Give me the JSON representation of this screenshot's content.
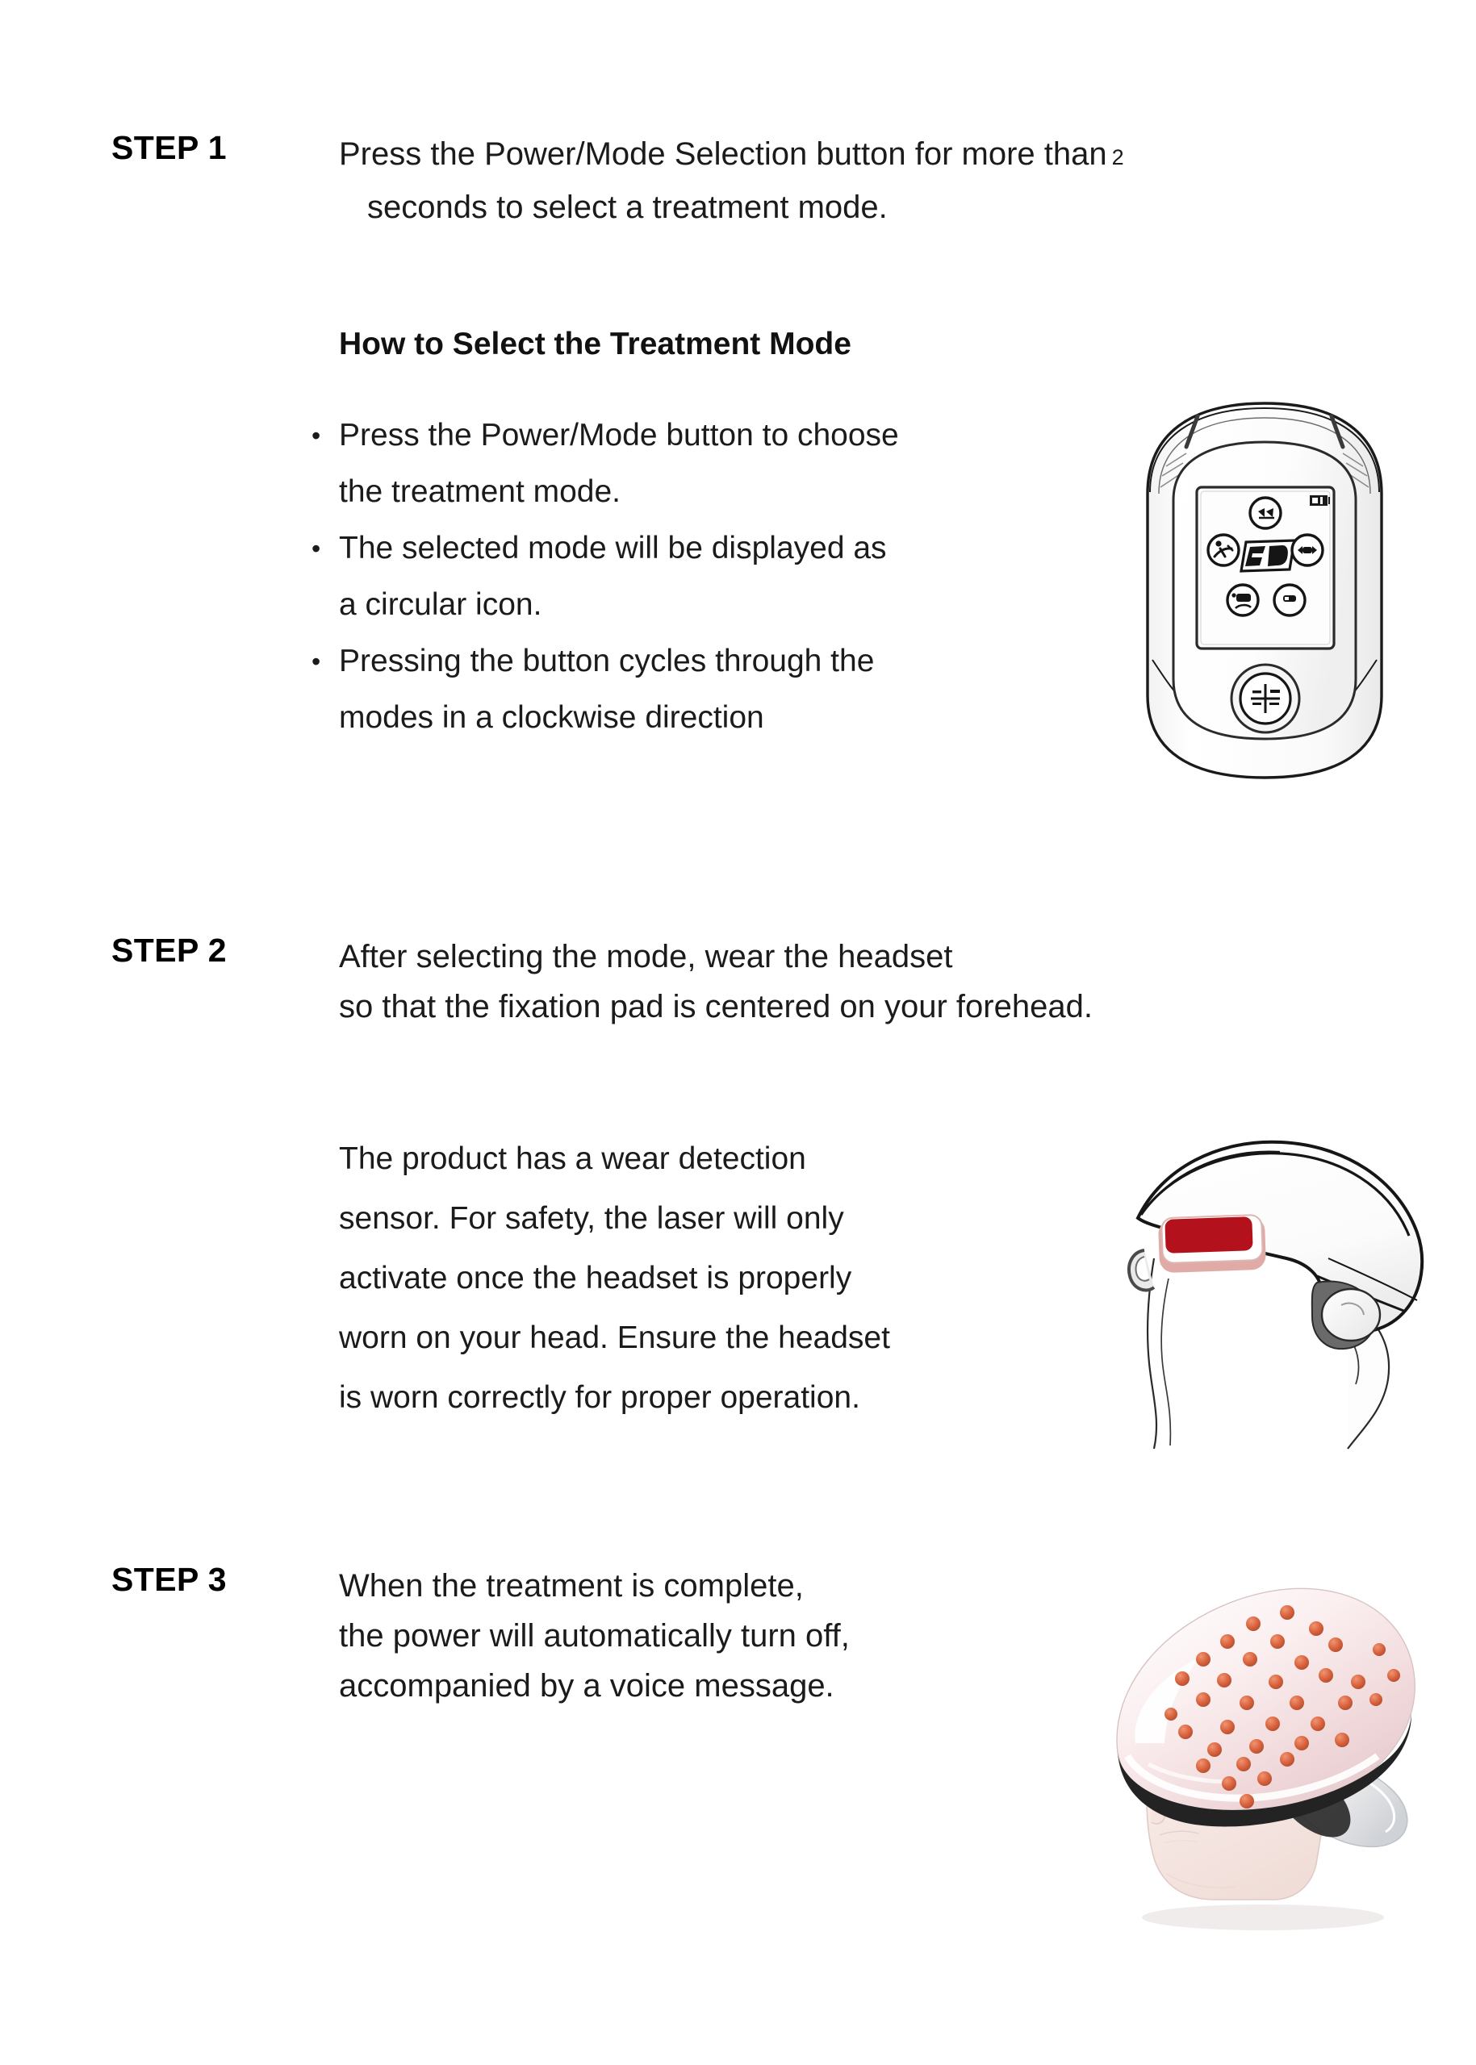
{
  "document": {
    "type": "instruction-manual-page",
    "background_color": "#ffffff",
    "text_color": "#1b1b1b"
  },
  "steps": [
    {
      "label": "STEP 1",
      "lead_lines": [
        "Press the Power/Mode Selection button for more than",
        "seconds to select a treatment mode."
      ],
      "lead_superscript": "2",
      "subheading": "How to Select the Treatment Mode",
      "bullets": [
        "Press the Power/Mode button to choose the treatment mode.",
        "The selected mode will be displayed as a circular icon.",
        "Pressing the button cycles through the modes in a clockwise direction"
      ],
      "bullet_lines": [
        [
          "Press the Power/Mode button to choose",
          "the treatment mode."
        ],
        [
          "The selected mode will be displayed as",
          "a circular icon."
        ],
        [
          "Pressing the button cycles through the",
          "modes in a clockwise direction"
        ]
      ],
      "bullet_marker": "•",
      "figure": {
        "name": "remote-control-illustration",
        "alt": "Handheld remote controller with LCD screen showing five circular mode icons around a central 3D logo and a power/mode button below",
        "screen_icons": [
          "mode-icon-top",
          "mode-icon-left",
          "mode-icon-right",
          "mode-icon-bottom-left",
          "mode-icon-bottom-right"
        ],
        "center_logo": "3D",
        "battery_indicator": true,
        "power_button": "power-mode-button"
      }
    },
    {
      "label": "STEP 2",
      "lead_lines": [
        "After selecting the mode, wear the headset",
        "so that the fixation pad is centered on your forehead."
      ],
      "paragraph": "The product has a wear detection sensor. For safety, the laser will only activate once the headset is properly worn on your head. Ensure the headset is worn correctly for proper operation.",
      "paragraph_lines": [
        "The product has a wear detection",
        "sensor. For safety, the laser will only",
        "activate once the headset is properly",
        "worn on your head. Ensure the headset",
        "is worn correctly for proper operation."
      ],
      "figure": {
        "name": "headset-worn-side-view",
        "alt": "Line drawing of a head in profile wearing the white laser headset with a red fixation pad on the forehead",
        "pad_color": "#b3121c",
        "pad_rim_color": "#e0aba6",
        "shell_color": "#ffffff",
        "outline_color": "#1a1a1a"
      }
    },
    {
      "label": "STEP 3",
      "lead_lines": [
        "When the treatment is complete,",
        "the power will automatically turn off,",
        "accompanied by a voice message."
      ],
      "figure": {
        "name": "laser-helmet-render",
        "alt": "3D render of a mannequin head wearing the pink and white laser therapy helmet with many laser diode dots",
        "helmet_color": "#f4dcdd",
        "diode_color": "#d9643f",
        "rim_color": "#2b2b2b",
        "head_color": "#f7e6e2"
      }
    }
  ]
}
